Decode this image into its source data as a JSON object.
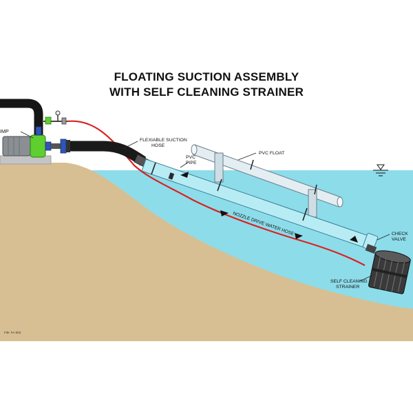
{
  "title": {
    "line1": "FLOATING SUCTION ASSEMBLY",
    "line2": "WITH SELF CLEANING STRAINER"
  },
  "labels": {
    "pump": "PUMP",
    "flexible_suction_hose": [
      "FLEXIABLE SUCTION",
      "HOSE"
    ],
    "pvc_pipe": [
      "PVC",
      "PIPE"
    ],
    "pvc_float": "PVC FLOAT",
    "nozzle_drive_water_hose": "NOZZLE DRIVE WATER HOSE",
    "check_valve": [
      "CHECK",
      "VALVE"
    ],
    "self_cleaning_strainer": [
      "SELF CLEANING",
      "STRAINER"
    ],
    "file_ref": "File: FA-002"
  },
  "colors": {
    "water": "#8ddcea",
    "ground": "#d7bf93",
    "pipe": "#b8ecf5",
    "pipe_outline": "#3b7f93",
    "float": "#e3edf2",
    "suction_hose": "#1a1a1a",
    "drive_hose": "#d8231f",
    "pump_green": "#5ecf2f",
    "pump_blue": "#2f55b5"
  }
}
